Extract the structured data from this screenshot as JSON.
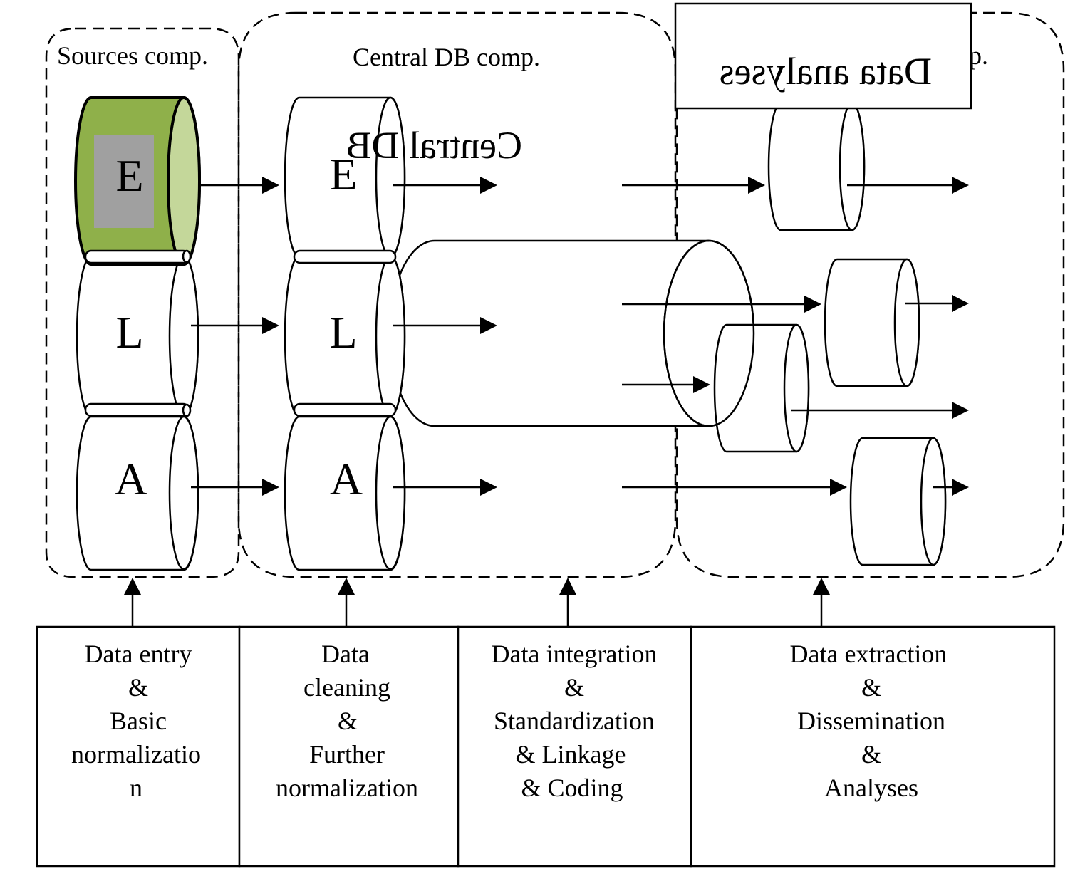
{
  "components": {
    "sources": "Sources  comp.",
    "central": "Central DB comp.",
    "analysis_partial": "p."
  },
  "overlays": {
    "central_db_mirrored": "Central DB",
    "data_analyses_mirrored": "Data analyses"
  },
  "cylinders": {
    "sources": [
      "E",
      "L",
      "A"
    ],
    "central": [
      "E",
      "L",
      "A"
    ]
  },
  "stages": [
    {
      "lines": [
        "Data  entry",
        "&",
        "Basic",
        "normalizatio",
        "n"
      ]
    },
    {
      "lines": [
        "Data",
        "cleaning",
        "&",
        "Further",
        "normalization"
      ]
    },
    {
      "lines": [
        "Data  integration",
        "&",
        "Standardization",
        "& Linkage",
        "& Coding"
      ]
    },
    {
      "lines": [
        "Data  extraction",
        "&",
        "Dissemination",
        "&",
        "Analyses"
      ]
    }
  ],
  "colors": {
    "highlight_body": "#8fb04a",
    "highlight_cap": "#c4d79a",
    "highlight_inner": "#a0a0a0",
    "line": "#000000"
  }
}
